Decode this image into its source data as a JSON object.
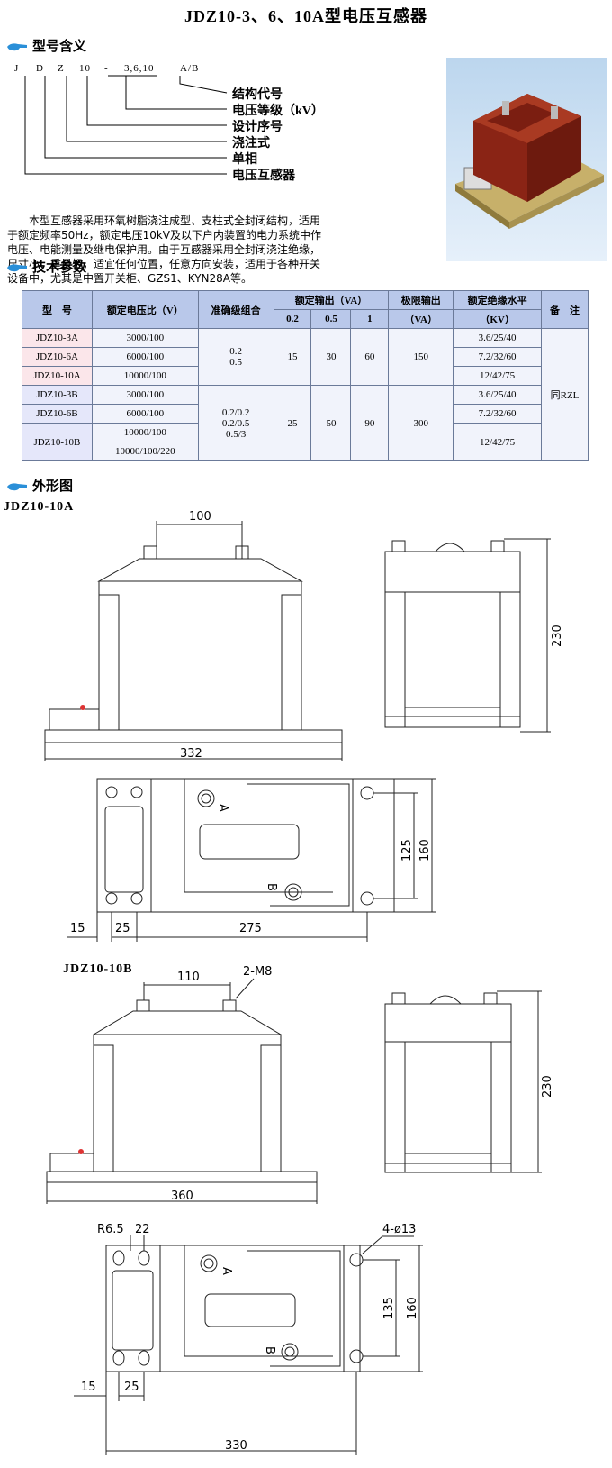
{
  "title": "JDZ10-3、6、10A型电压互感器",
  "sections": {
    "model_meaning": "型号含义",
    "tech_params": "技术参数",
    "outline": "外形图"
  },
  "model_code": {
    "letters": [
      "J",
      "D",
      "Z",
      "10",
      "-",
      "3,6,10",
      "A/B"
    ],
    "meanings": [
      "结构代号",
      "电压等级（kV）",
      "设计序号",
      "浇注式",
      "单相",
      "电压互感器"
    ]
  },
  "description": [
    "本型互感器采用环氧树脂浇注成型、支柱式全封闭结构，适用",
    "于额定频率50Hz，额定电压10kV及以下户内装置的电力系统中作",
    "电压、电能测量及继电保护用。由于互感器采用全封闭浇注绝缘，",
    "尺寸小、重量轻，适宜任何位置，任意方向安装，适用于各种开关",
    "设备中，尤其是中置开关柜、GZS1、KYN28A等。"
  ],
  "table": {
    "headers": {
      "model": "型　号",
      "ratio": "额定电压比（V）",
      "accuracy": "准确级组合",
      "rated_output": "额定输出（VA）",
      "output_cols": [
        "0.2",
        "0.5",
        "1"
      ],
      "limit_output": "极限输出",
      "limit_unit": "（VA）",
      "insulation": "额定绝缘水平",
      "insulation_unit": "（KV）",
      "remark": "备　注"
    },
    "group_a": {
      "models": [
        "JDZ10-3A",
        "JDZ10-6A",
        "JDZ10-10A"
      ],
      "ratios": [
        "3000/100",
        "6000/100",
        "10000/100"
      ],
      "accuracy": [
        "0.2",
        "0.5"
      ],
      "outputs": [
        "15",
        "30",
        "60"
      ],
      "limit": "150",
      "insulation": [
        "3.6/25/40",
        "7.2/32/60",
        "12/42/75"
      ]
    },
    "group_b": {
      "models": [
        "JDZ10-3B",
        "JDZ10-6B",
        "JDZ10-10B"
      ],
      "ratios": [
        "3000/100",
        "6000/100",
        "10000/100",
        "10000/100/220"
      ],
      "accuracy": [
        "0.2/0.2",
        "0.2/0.5",
        "0.5/3"
      ],
      "outputs": [
        "25",
        "50",
        "90"
      ],
      "limit": "300",
      "insulation": [
        "3.6/25/40",
        "7.2/32/60",
        "12/42/75"
      ]
    },
    "remark": "同RZL"
  },
  "drawing_a": {
    "label": "JDZ10-10A",
    "dims": {
      "top_span": "100",
      "height": "230",
      "base_len": "332",
      "h1": "125",
      "h2": "160",
      "d15": "15",
      "d25": "25",
      "d275": "275"
    },
    "terminals": [
      "A",
      "B"
    ]
  },
  "drawing_b": {
    "label": "JDZ10-10B",
    "dims": {
      "top_span": "110",
      "bolt": "2-M8",
      "height": "230",
      "base_len": "360",
      "r": "R6.5",
      "d22": "22",
      "holes": "4-ø13",
      "h1": "135",
      "h2": "160",
      "d15": "15",
      "d25": "25",
      "d330": "330"
    },
    "terminals": [
      "A",
      "B"
    ]
  },
  "colors": {
    "table_header": "#b9c8ea",
    "row_a": "#fbe6ea",
    "row_b": "#e5e7fa",
    "section_icon": "#2a8fd8",
    "product_body": "#8a2415"
  }
}
